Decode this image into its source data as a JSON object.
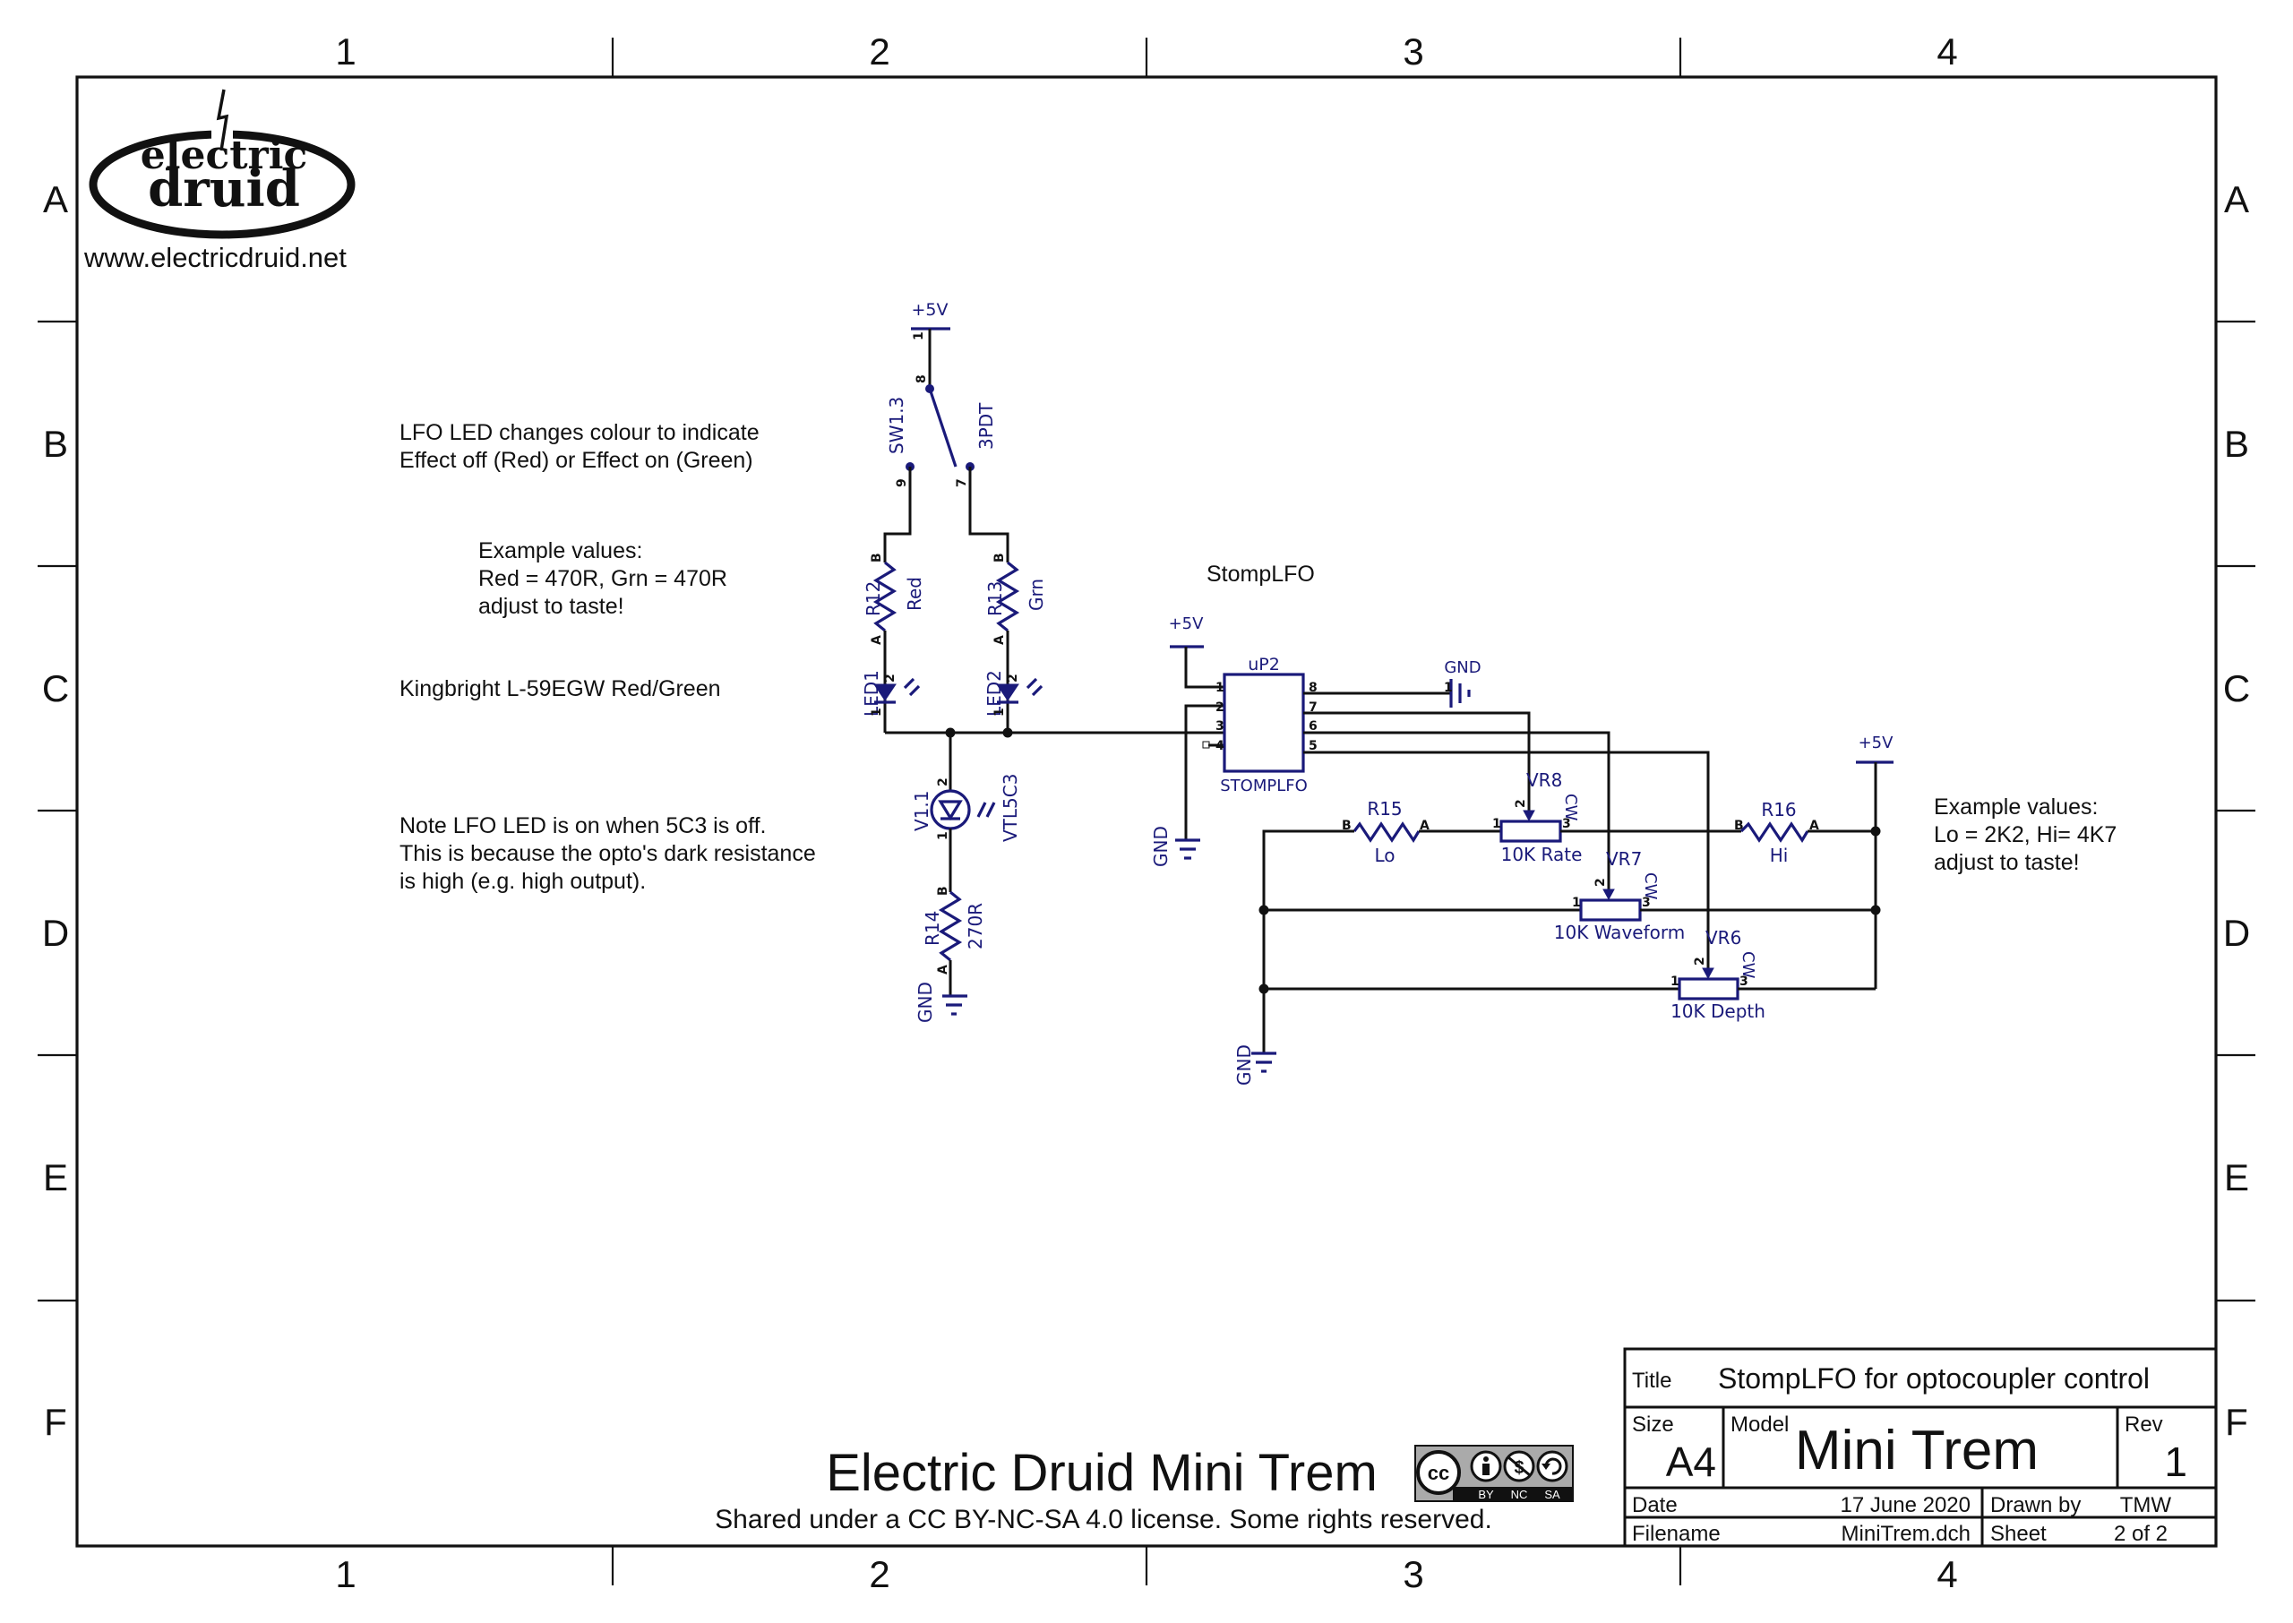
{
  "sheet": {
    "column_labels": [
      "1",
      "2",
      "3",
      "4"
    ],
    "row_labels": [
      "A",
      "B",
      "C",
      "D",
      "E",
      "F"
    ]
  },
  "logo": {
    "line1": "electric",
    "line2": "druid",
    "url": "www.electricdruid.net"
  },
  "notes": {
    "led_colour": [
      "LFO LED changes colour to indicate",
      "Effect off (Red) or Effect on (Green)"
    ],
    "led_values": [
      "Example values:",
      "Red = 470R, Grn = 470R",
      "adjust to taste!"
    ],
    "led_part": "Kingbright L-59EGW Red/Green",
    "opto_note": [
      "Note LFO LED is on when 5C3 is off.",
      "This is because the opto's dark resistance",
      "is high (e.g. high output)."
    ],
    "range_values": [
      "Example values:",
      "Lo = 2K2, Hi= 4K7",
      "adjust to taste!"
    ],
    "section_title": "StompLFO"
  },
  "components": {
    "power_labels": {
      "vcc": "+5V",
      "gnd": "GND"
    },
    "switch": {
      "ref": "SW1.3",
      "value": "3PDT",
      "pins": [
        "8",
        "9",
        "7",
        "1"
      ]
    },
    "r12": {
      "ref": "R12",
      "value": "Red",
      "pin_b": "B",
      "pin_a": "A"
    },
    "r13": {
      "ref": "R13",
      "value": "Grn",
      "pin_b": "B",
      "pin_a": "A"
    },
    "led1": {
      "ref": "LED1",
      "pin2": "2",
      "pin1": "1"
    },
    "led2": {
      "ref": "LED2",
      "pin2": "2",
      "pin1": "1"
    },
    "v1": {
      "ref": "V1.1",
      "value": "VTL5C3",
      "pin2": "2",
      "pin1": "1"
    },
    "r14": {
      "ref": "R14",
      "value": "270R",
      "pin_b": "B",
      "pin_a": "A"
    },
    "up2": {
      "ref": "uP2",
      "value": "STOMPLFO",
      "left_pins": [
        "1",
        "2",
        "3",
        "4"
      ],
      "right_pins": [
        "8",
        "7",
        "6",
        "5"
      ]
    },
    "r15": {
      "ref": "R15",
      "value": "Lo",
      "pin_b": "B",
      "pin_a": "A"
    },
    "r16": {
      "ref": "R16",
      "value": "Hi",
      "pin_b": "B",
      "pin_a": "A"
    },
    "vr8": {
      "ref": "VR8",
      "value": "10K Rate",
      "cw": "CW",
      "pins": [
        "1",
        "2",
        "3"
      ]
    },
    "vr7": {
      "ref": "VR7",
      "value": "10K Waveform",
      "cw": "CW",
      "pins": [
        "1",
        "2",
        "3"
      ]
    },
    "vr6": {
      "ref": "VR6",
      "value": "10K Depth",
      "cw": "CW",
      "pins": [
        "1",
        "2",
        "3"
      ]
    }
  },
  "footer": {
    "title": "Electric Druid Mini Trem",
    "license": "Shared under a CC BY-NC-SA 4.0 license. Some rights reserved.",
    "cc_badge": {
      "main": "cc",
      "labels": [
        "BY",
        "NC",
        "SA"
      ]
    }
  },
  "title_block": {
    "title_label": "Title",
    "title_value": "StompLFO for optocoupler control",
    "size_label": "Size",
    "size_value": "A4",
    "model_label": "Model",
    "model_value": "Mini Trem",
    "rev_label": "Rev",
    "rev_value": "1",
    "date_label": "Date",
    "date_value": "17 June 2020",
    "drawn_label": "Drawn by",
    "drawn_value": "TMW",
    "filename_label": "Filename",
    "filename_value": "MiniTrem.dch",
    "sheet_label": "Sheet",
    "sheet_value": "2 of 2"
  }
}
